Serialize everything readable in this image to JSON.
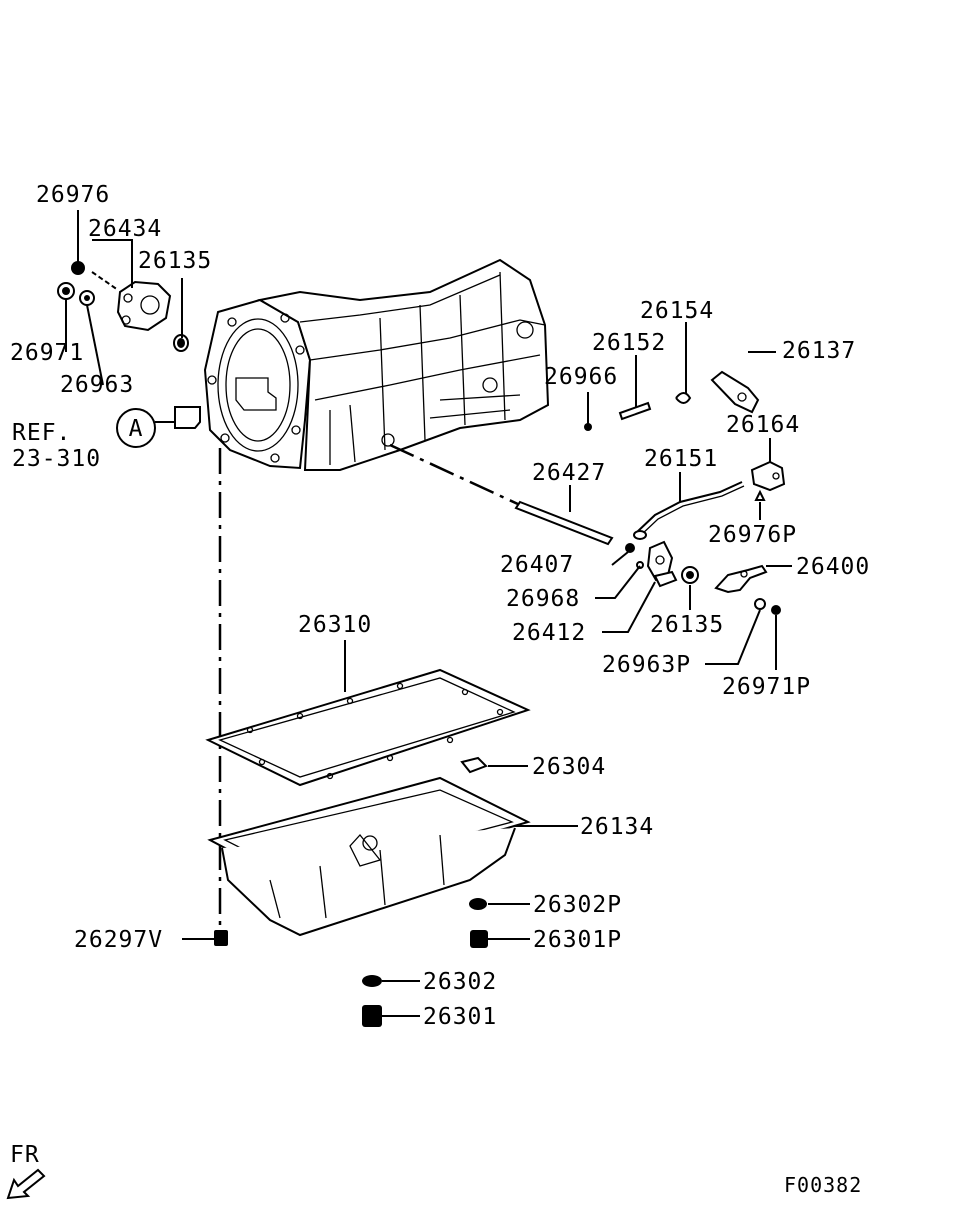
{
  "diagram_code": "F00382",
  "direction_label": "FR",
  "ref": {
    "circle_letter": "A",
    "line1": "REF.",
    "line2": "23-310"
  },
  "labels": {
    "p26976": "26976",
    "p26434": "26434",
    "p26135_top": "26135",
    "p26971": "26971",
    "p26963": "26963",
    "p26154": "26154",
    "p26152": "26152",
    "p26137": "26137",
    "p26966": "26966",
    "p26164": "26164",
    "p26151": "26151",
    "p26427": "26427",
    "p26976P": "26976P",
    "p26407": "26407",
    "p26400": "26400",
    "p26968": "26968",
    "p26412": "26412",
    "p26135_mid": "26135",
    "p26963P": "26963P",
    "p26971P": "26971P",
    "p26310": "26310",
    "p26304": "26304",
    "p26134": "26134",
    "p26302P": "26302P",
    "p26297V": "26297V",
    "p26301P": "26301P",
    "p26302": "26302",
    "p26301": "26301"
  }
}
